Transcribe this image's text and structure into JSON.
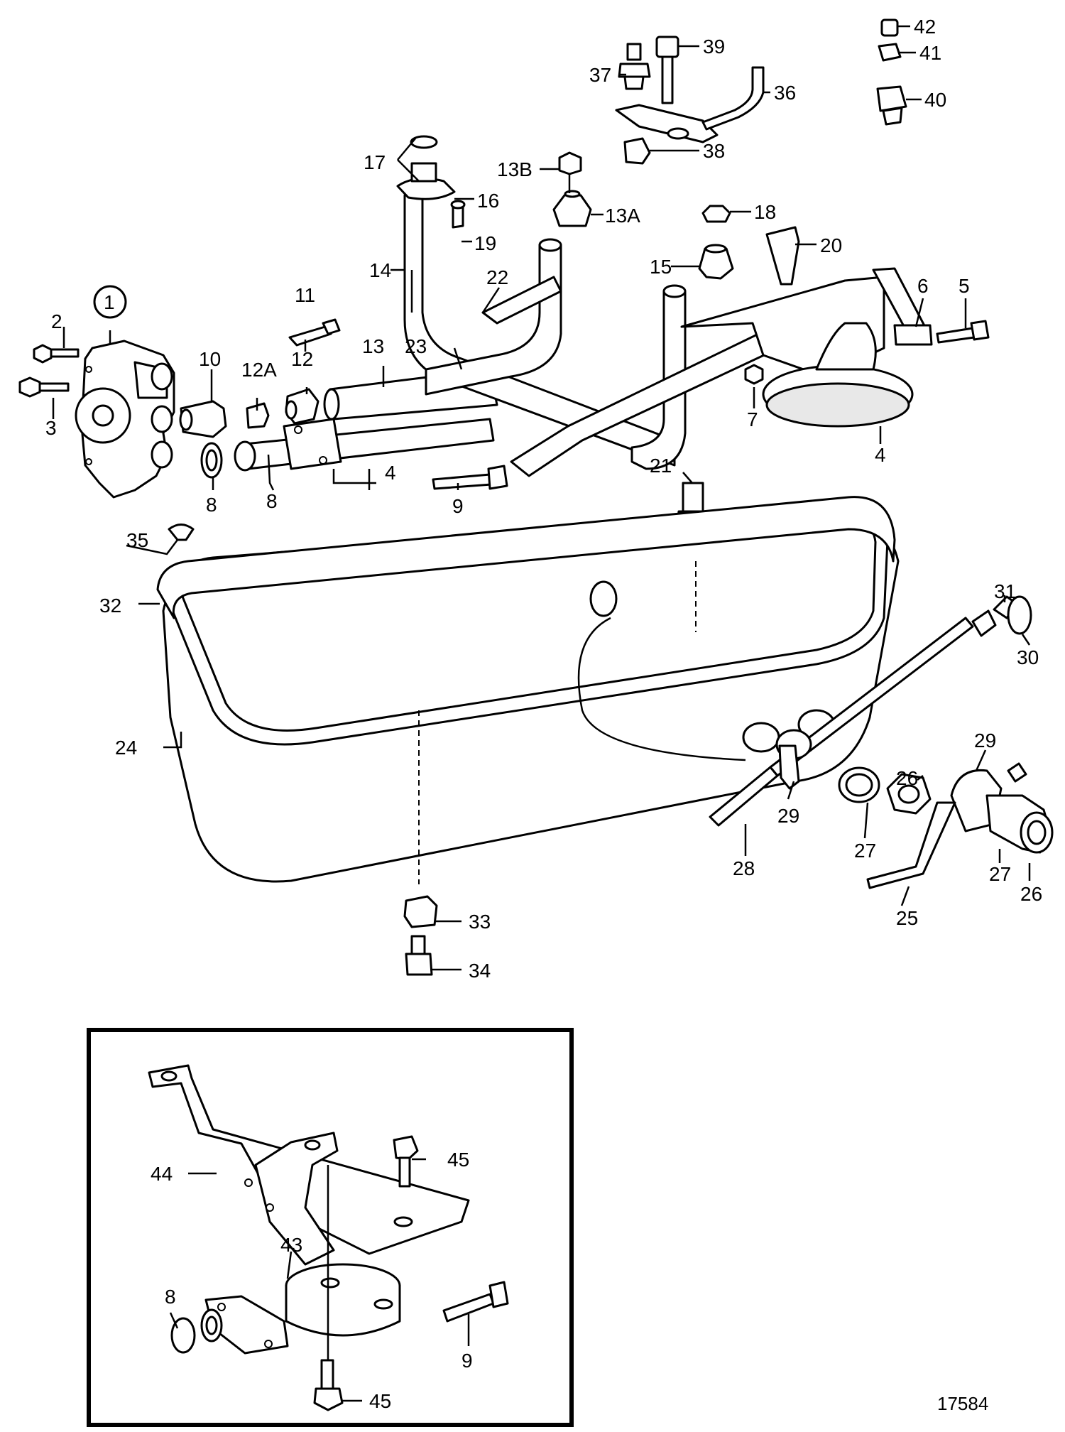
{
  "figure_number": "17584",
  "callouts": {
    "c1": "1",
    "c2": "2",
    "c3": "3",
    "c4a": "4",
    "c4b": "4",
    "c5": "5",
    "c6": "6",
    "c7": "7",
    "c8a": "8",
    "c8b": "8",
    "c8c": "8",
    "c9a": "9",
    "c9b": "9",
    "c10": "10",
    "c11": "11",
    "c12": "12",
    "c12a": "12A",
    "c13": "13",
    "c13a": "13A",
    "c13b": "13B",
    "c14": "14",
    "c15": "15",
    "c16": "16",
    "c17": "17",
    "c18": "18",
    "c19": "19",
    "c20": "20",
    "c21": "21",
    "c22": "22",
    "c23": "23",
    "c24": "24",
    "c25": "25",
    "c26a": "26",
    "c26b": "26",
    "c27a": "27",
    "c27b": "27",
    "c28": "28",
    "c29a": "29",
    "c29b": "29",
    "c30": "30",
    "c31": "31",
    "c32": "32",
    "c33": "33",
    "c34": "34",
    "c35": "35",
    "c36": "36",
    "c37": "37",
    "c38": "38",
    "c39": "39",
    "c40": "40",
    "c41": "41",
    "c42": "42",
    "c43": "43",
    "c44": "44",
    "c45a": "45",
    "c45b": "45"
  }
}
